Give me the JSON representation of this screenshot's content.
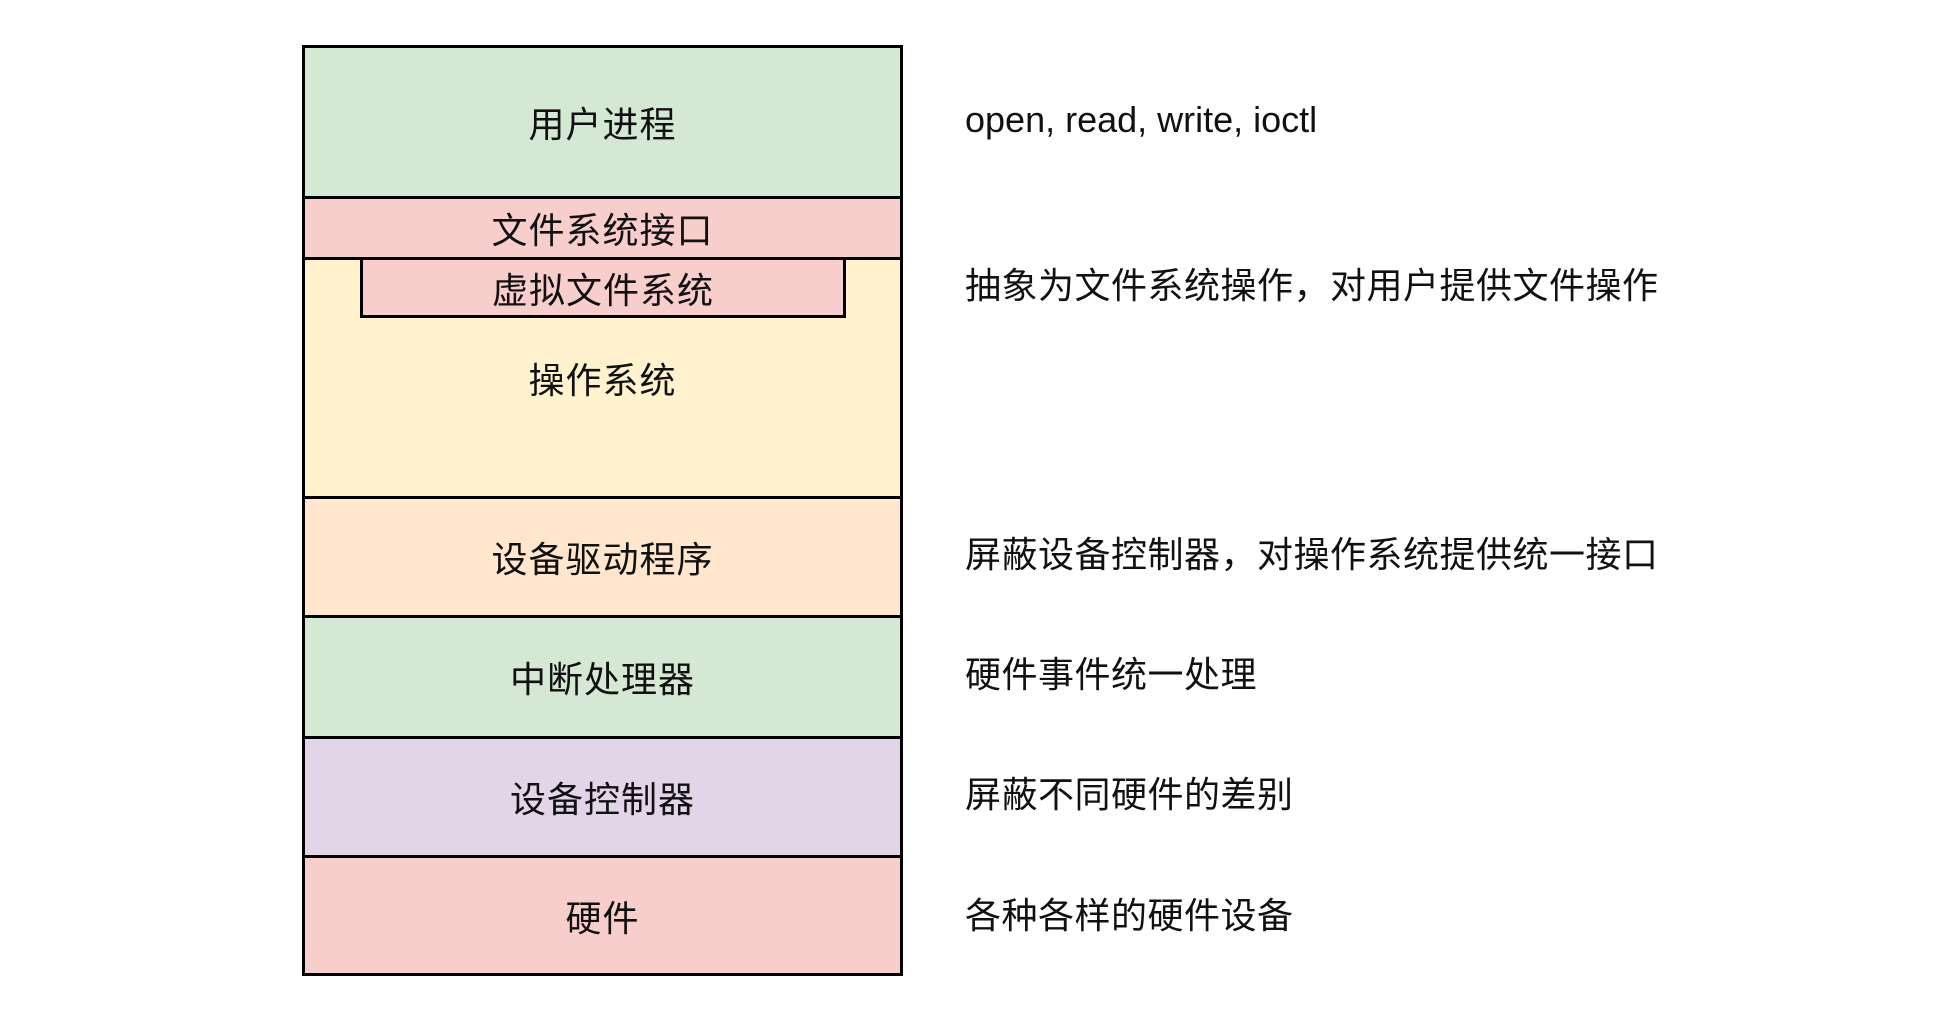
{
  "diagram": {
    "title_hint": "OS device I/O layered architecture",
    "border_color": "#000000",
    "background_color": "#ffffff",
    "layers": [
      {
        "label": "用户进程",
        "color": "#d5e8d4"
      },
      {
        "label": "文件系统接口",
        "color": "#f8cecc"
      },
      {
        "label": "操作系统",
        "color": "#fff2cc"
      },
      {
        "label": "虚拟文件系统",
        "color": "#f8cecc"
      },
      {
        "label": "设备驱动程序",
        "color": "#ffe6cc"
      },
      {
        "label": "中断处理器",
        "color": "#d5e8d4"
      },
      {
        "label": "设备控制器",
        "color": "#e1d5e7"
      },
      {
        "label": "硬件",
        "color": "#f8cecc"
      }
    ],
    "annotations": [
      {
        "for": "用户进程",
        "text": "open, read, write, ioctl"
      },
      {
        "for": "虚拟文件系统",
        "text": "抽象为文件系统操作，对用户提供文件操作"
      },
      {
        "for": "设备驱动程序",
        "text": "屏蔽设备控制器，对操作系统提供统一接口"
      },
      {
        "for": "中断处理器",
        "text": "硬件事件统一处理"
      },
      {
        "for": "设备控制器",
        "text": "屏蔽不同硬件的差别"
      },
      {
        "for": "硬件",
        "text": "各种各样的硬件设备"
      }
    ]
  }
}
